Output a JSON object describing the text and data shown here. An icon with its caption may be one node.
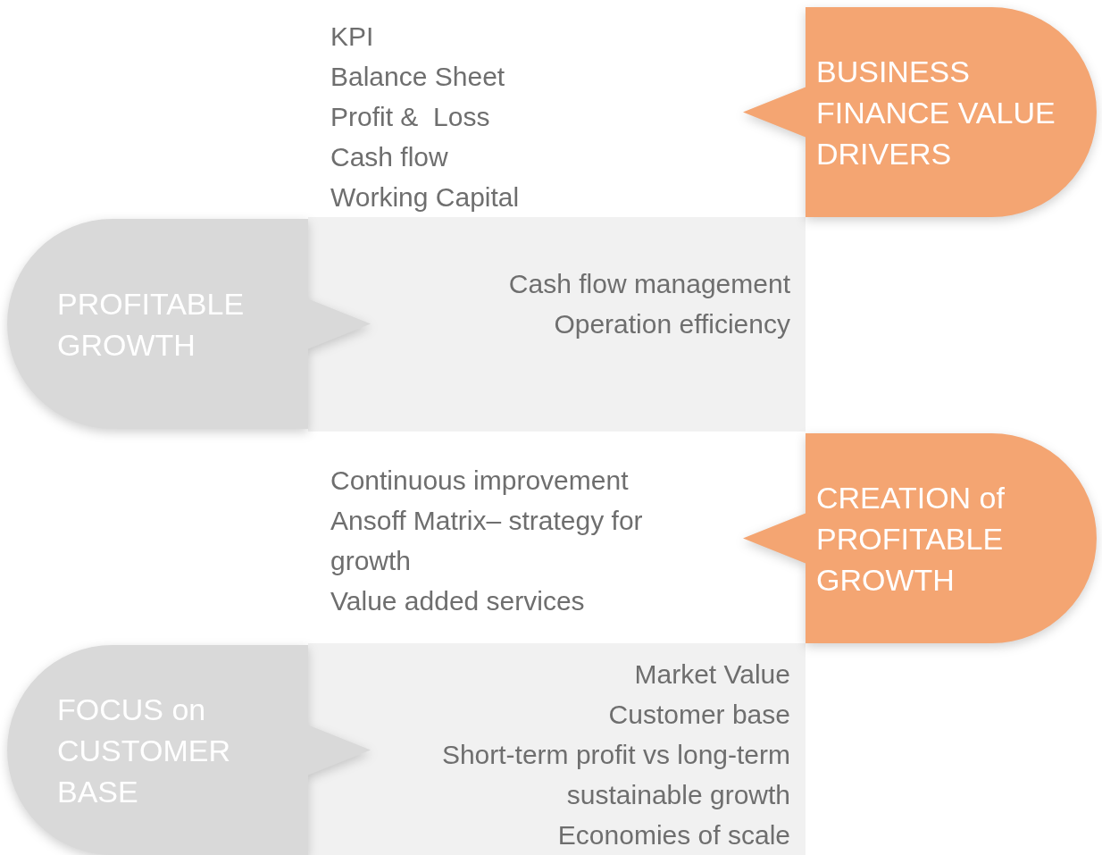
{
  "diagram": {
    "nodes": [
      {
        "text": [
          "KPI",
          "Balance Sheet",
          "Profit &  Loss",
          "Cash flow",
          "Working Capital"
        ]
      },
      {
        "text": [
          "BUSINESS FINANCE VALUE DRIVERS"
        ]
      },
      {
        "text": [
          "PROFITABLE GROWTH"
        ]
      },
      {
        "text": [
          "Cash flow management",
          "Operation efficiency"
        ]
      },
      {
        "text": [
          "Continuous improvement",
          "Ansoff Matrix– strategy for growth",
          "Value added services"
        ]
      },
      {
        "text": [
          "CREATION of PROFITABLE GROWTH"
        ]
      },
      {
        "text": [
          "FOCUS on CUSTOMER BASE"
        ]
      },
      {
        "text": [
          "Market Value",
          "Customer base",
          "Short-term profit vs long-term sustainable growth",
          "Economies of scale"
        ]
      }
    ]
  }
}
